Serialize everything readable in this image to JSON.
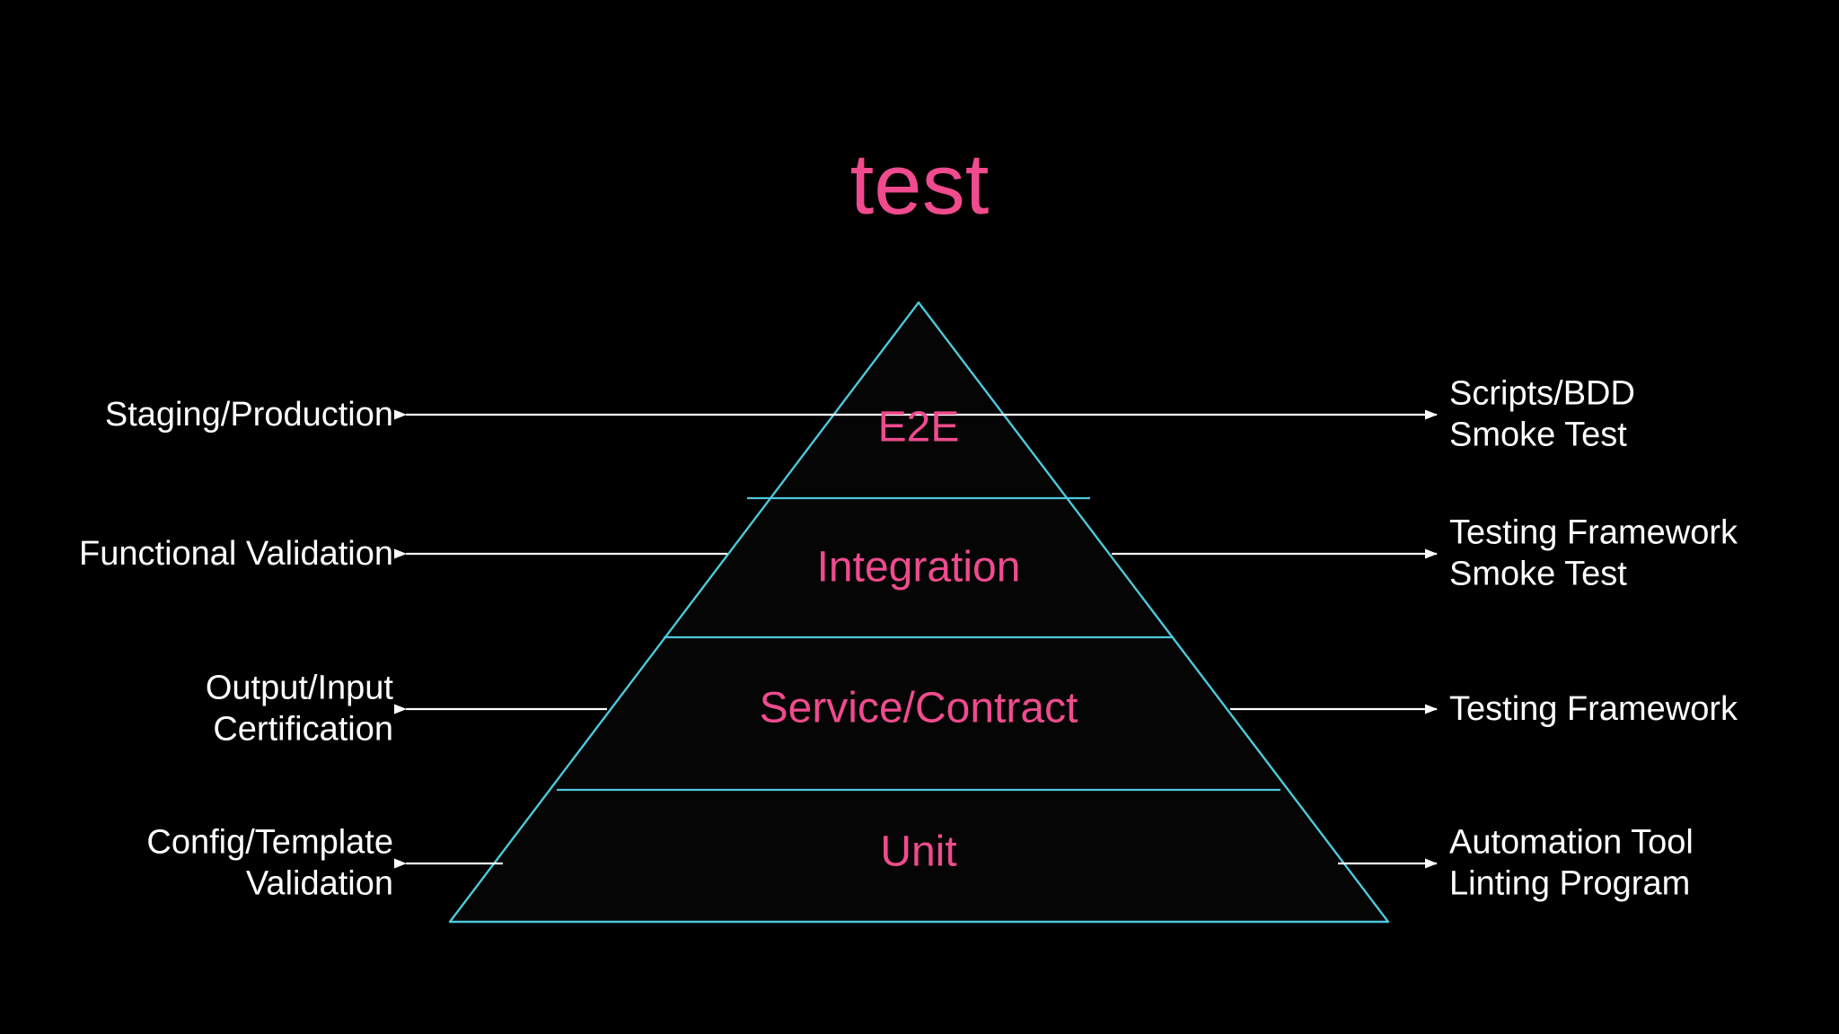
{
  "slide": {
    "background_color": "#000000",
    "title": "test",
    "title_color": "#ef4b8e"
  },
  "diagram": {
    "type": "testing-pyramid",
    "outline_color": "#4ec8dc",
    "tier_label_color": "#ef4b8e",
    "side_label_color": "#ffffff",
    "arrow_color": "#ffffff",
    "tiers": [
      {
        "name": "E2E",
        "label": "E2E",
        "left_label_line1": "Staging/Production",
        "left_label_line2": "",
        "right_label_line1": "Scripts/BDD",
        "right_label_line2": "Smoke Test"
      },
      {
        "name": "Integration",
        "label": "Integration",
        "left_label_line1": "Functional Validation",
        "left_label_line2": "",
        "right_label_line1": "Testing Framework",
        "right_label_line2": "Smoke Test"
      },
      {
        "name": "Service/Contract",
        "label": "Service/Contract",
        "left_label_line1": "Output/Input",
        "left_label_line2": "Certification",
        "right_label_line1": "Testing Framework",
        "right_label_line2": ""
      },
      {
        "name": "Unit",
        "label": "Unit",
        "left_label_line1": "Config/Template",
        "left_label_line2": "Validation",
        "right_label_line1": "Automation Tool",
        "right_label_line2": "Linting Program"
      }
    ]
  }
}
